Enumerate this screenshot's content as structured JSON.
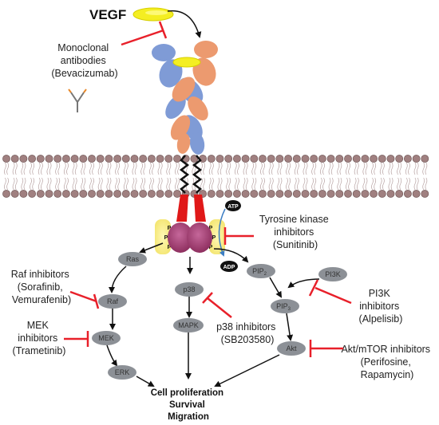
{
  "ligand": {
    "label": "VEGF"
  },
  "inhibitors": {
    "antibody": {
      "line1": "Monoclonal",
      "line2": "antibodies",
      "line3": "(Bevacizumab)"
    },
    "tki": {
      "line1": "Tyrosine kinase",
      "line2": "inhibitors",
      "line3": "(Sunitinib)"
    },
    "raf": {
      "line1": "Raf inhibitors",
      "line2": "(Sorafinib,",
      "line3": "Vemurafenib)"
    },
    "mek": {
      "line1": "MEK",
      "line2": "inhibitors",
      "line3": "(Trametinib)"
    },
    "p38": {
      "line1": "p38 inhibitors",
      "line2": "(SB203580)"
    },
    "pi3k": {
      "line1": "PI3K",
      "line2": "inhibitors",
      "line3": "(Alpelisib)"
    },
    "akt": {
      "line1": "Akt/mTOR inhibitors",
      "line2": "(Perifosine,",
      "line3": "Rapamycin)"
    }
  },
  "nodes": {
    "ras": "Ras",
    "raf": "Raf",
    "mek": "MEK",
    "erk": "ERK",
    "p38": "p38",
    "mapk": "MAPK",
    "pip2": "PIP",
    "pip2_sub": "2",
    "pip3": "PIP",
    "pip3_sub": "3",
    "pi3k": "PI3K",
    "akt": "Akt",
    "atp": "ATP",
    "adp": "ADP"
  },
  "phospho": {
    "label": "P"
  },
  "outcome": {
    "line1": "Cell proliferation",
    "line2": "Survival",
    "line3": "Migration"
  },
  "colors": {
    "inhibit": "#e8202a",
    "node_fill": "#8c9096",
    "receptor_blue": "#7f9bd6",
    "receptor_orange": "#ec9a6f",
    "vegf": "#f4ee22",
    "membrane_head": "#a08080",
    "kinase": "#b04a7a",
    "receptor_red": "#e01818"
  }
}
